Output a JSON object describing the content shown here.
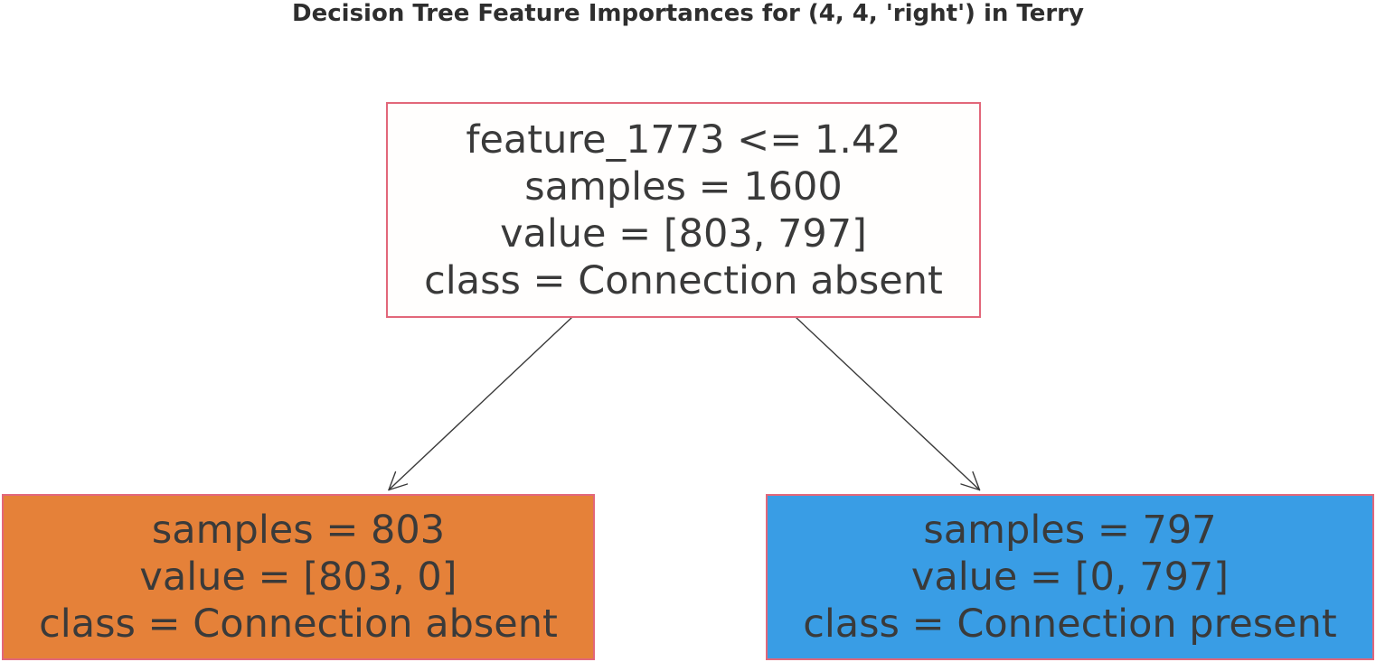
{
  "title": "Decision Tree Feature Importances for (4, 4, 'right') in Terry",
  "colors": {
    "node_border": "#e2677a",
    "root_fill": "#fffefd",
    "left_leaf_fill": "#e58139",
    "right_leaf_fill": "#399de5",
    "node_text": "#3a3a3a",
    "title_text": "#2e2e2e",
    "arrow": "#3a3a3a"
  },
  "tree": {
    "root": {
      "line1": "feature_1773 <= 1.42",
      "line2": "samples = 1600",
      "line3": "value = [803, 797]",
      "line4": "class = Connection absent"
    },
    "left_leaf": {
      "line1": "samples = 803",
      "line2": "value = [803, 0]",
      "line3": "class = Connection absent"
    },
    "right_leaf": {
      "line1": "samples = 797",
      "line2": "value = [0, 797]",
      "line3": "class = Connection present"
    }
  }
}
